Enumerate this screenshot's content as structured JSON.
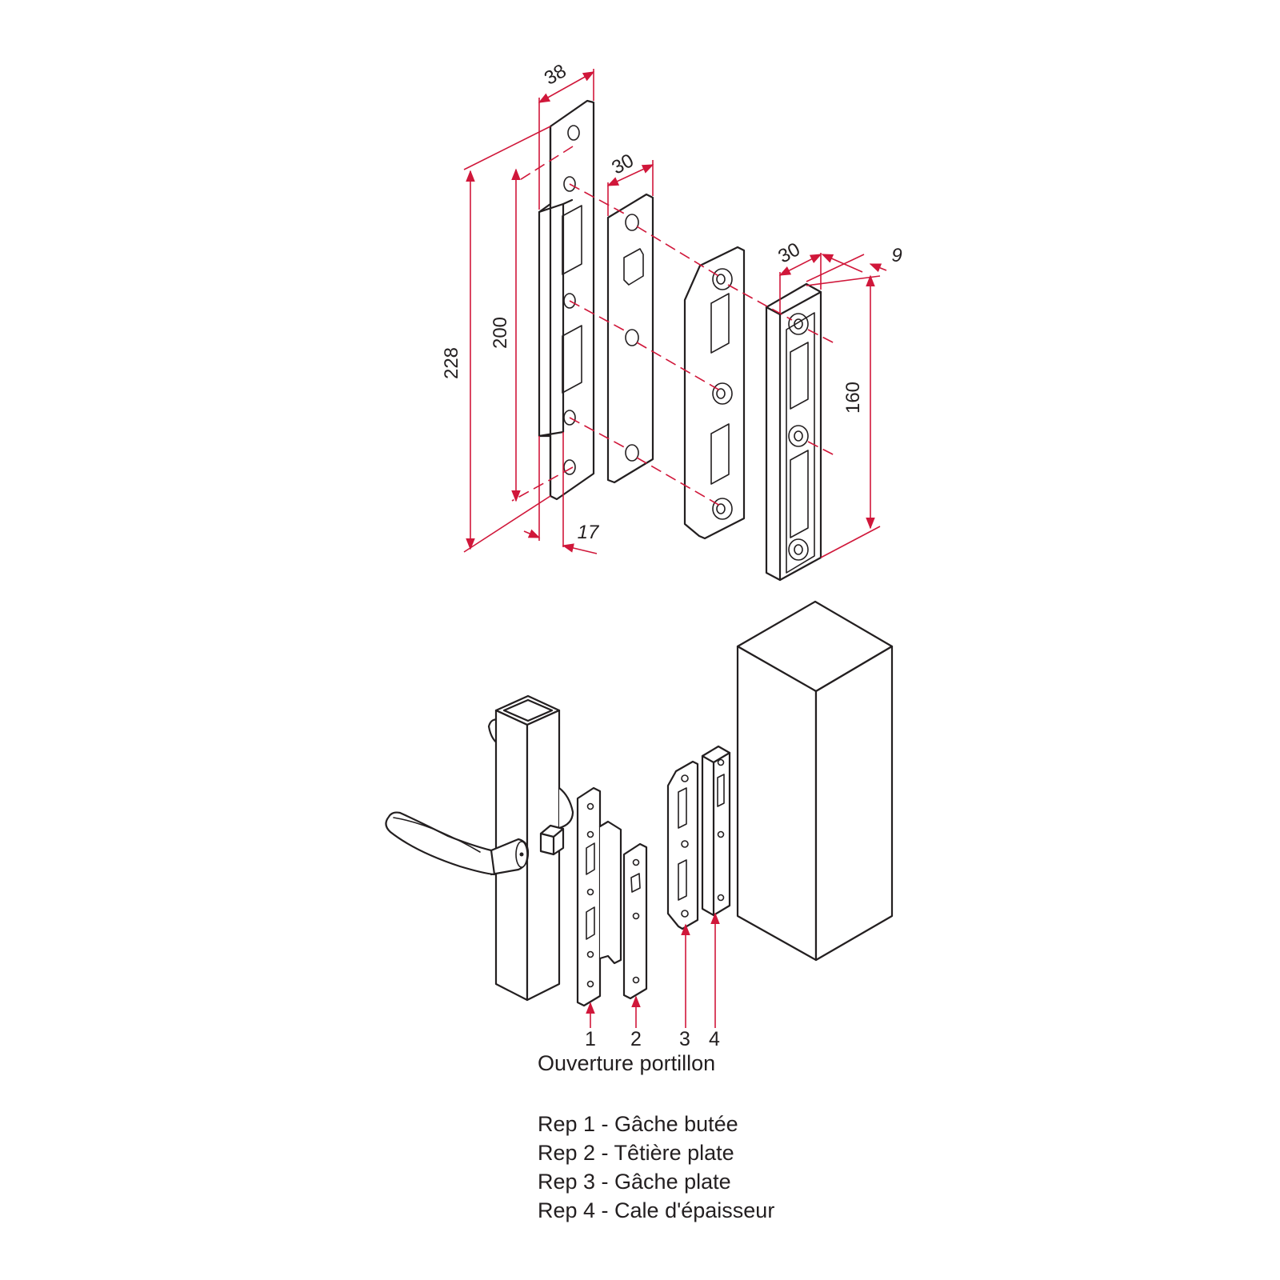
{
  "dimensions": {
    "d38": "38",
    "d30a": "30",
    "d30b": "30",
    "d9": "9",
    "d228": "228",
    "d200": "200",
    "d160": "160",
    "d17": "17"
  },
  "part_numbers": [
    "1",
    "2",
    "3",
    "4"
  ],
  "caption": "Ouverture portillon",
  "legend": [
    "Rep 1 - Gâche butée",
    "Rep 2 - Têtière plate",
    "Rep 3 - Gâche plate",
    "Rep 4 - Cale d'épaisseur"
  ],
  "colors": {
    "line": "#231f20",
    "dimension": "#d0173a"
  }
}
